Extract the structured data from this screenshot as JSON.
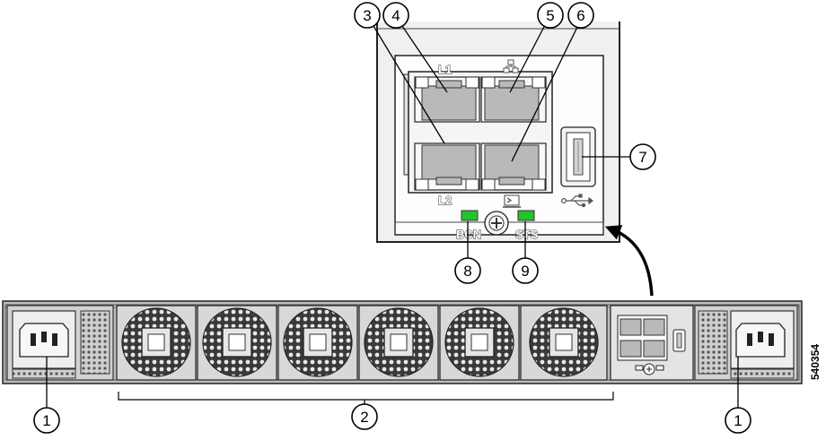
{
  "callouts": {
    "c1_left": "1",
    "c2": "2",
    "c1_right": "1",
    "c3": "3",
    "c4": "4",
    "c5": "5",
    "c6": "6",
    "c7": "7",
    "c8": "8",
    "c9": "9"
  },
  "panel_labels": {
    "port_l1": "L1",
    "port_l2": "L2",
    "beacon": "BCN",
    "status": "STS"
  },
  "figure_id": "540354",
  "colors": {
    "led_green": "#22c32e",
    "port_gray": "#b9b9b9",
    "chassis_gray": "#bdbdbd"
  },
  "icons": [
    "network-icon",
    "console-icon",
    "usb-icon",
    "screw-icon",
    "curved-arrow-icon"
  ]
}
